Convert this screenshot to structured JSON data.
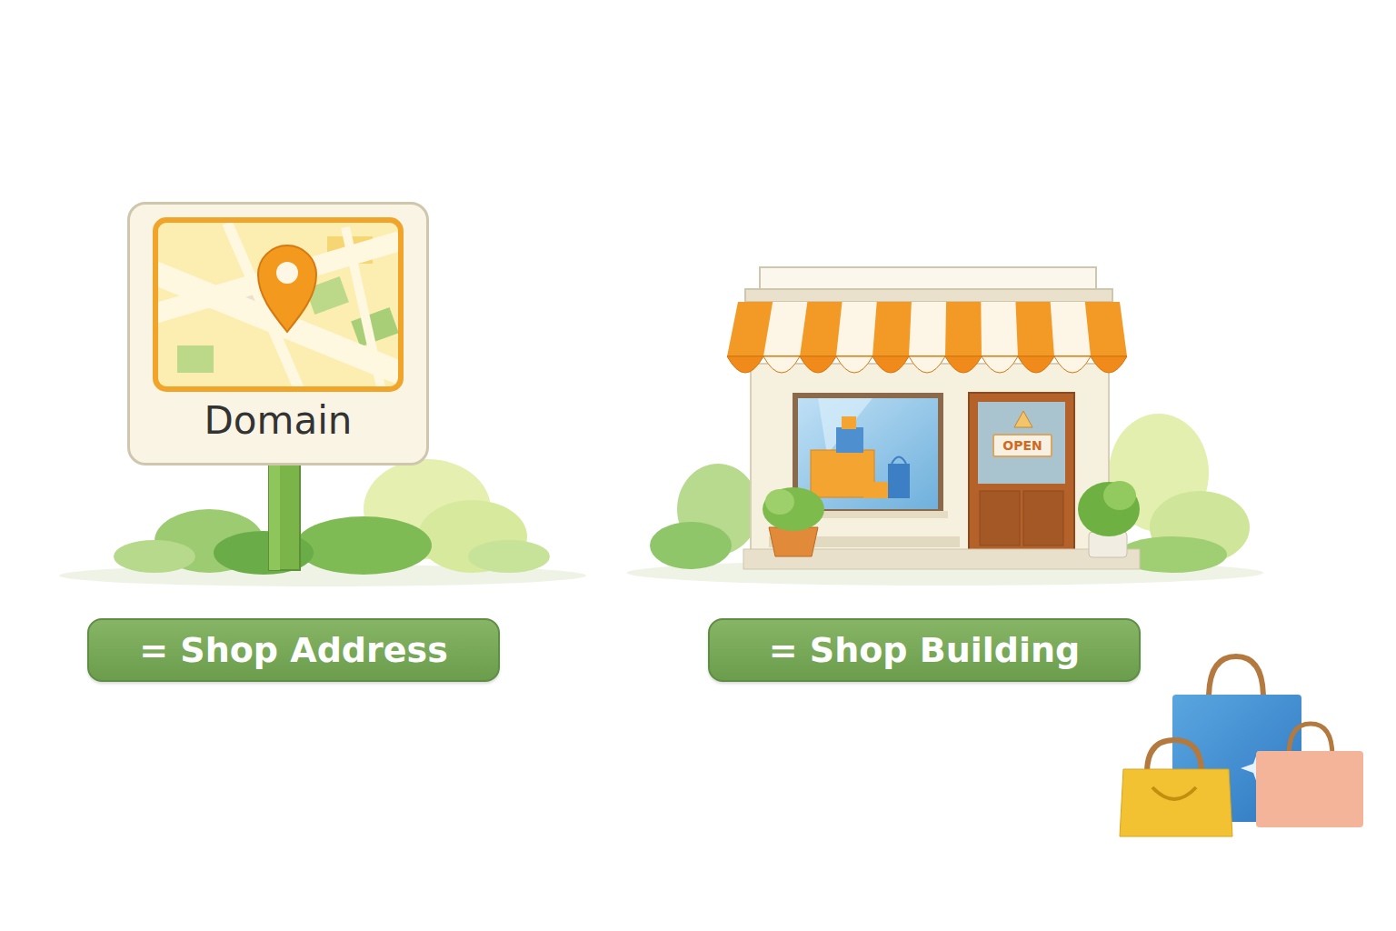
{
  "diagram": {
    "nodes": [
      {
        "text": [
          "Domain"
        ]
      },
      {
        "text": [
          "= Shop Address"
        ]
      },
      {
        "text": [
          "OPEN"
        ]
      },
      {
        "text": [
          "= Shop Building"
        ]
      }
    ]
  }
}
